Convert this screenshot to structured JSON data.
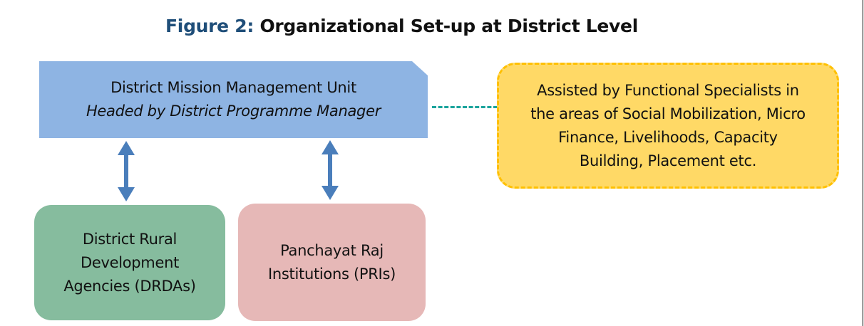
{
  "figure": {
    "label": "Figure 2:",
    "title": "Organizational Set-up at District Level"
  },
  "colors": {
    "figure_label": "#1f4e79",
    "dmmu_fill": "#8eb4e3",
    "specialists_fill": "#ffd966",
    "specialists_border": "#ffc000",
    "connector": "#1aa39c",
    "arrow": "#4a7ebb",
    "drda_fill": "#86bc9e",
    "pri_fill": "#e6b8b7"
  },
  "nodes": {
    "dmmu": {
      "title": "District Mission Management Unit",
      "subtitle": "Headed by District Programme Manager"
    },
    "specialists": {
      "lines": [
        "Assisted by Functional Specialists in",
        "the areas of Social Mobilization, Micro",
        "Finance, Livelihoods, Capacity",
        "Building, Placement etc."
      ]
    },
    "drda": {
      "lines": [
        "District Rural",
        "Development",
        "Agencies (DRDAs)"
      ]
    },
    "pri": {
      "lines": [
        "Panchayat Raj",
        "Institutions (PRIs)"
      ]
    }
  },
  "edges": [
    {
      "from": "dmmu",
      "to": "specialists",
      "style": "dashed"
    },
    {
      "from": "dmmu",
      "to": "drda",
      "style": "double-arrow"
    },
    {
      "from": "dmmu",
      "to": "pri",
      "style": "double-arrow"
    }
  ]
}
